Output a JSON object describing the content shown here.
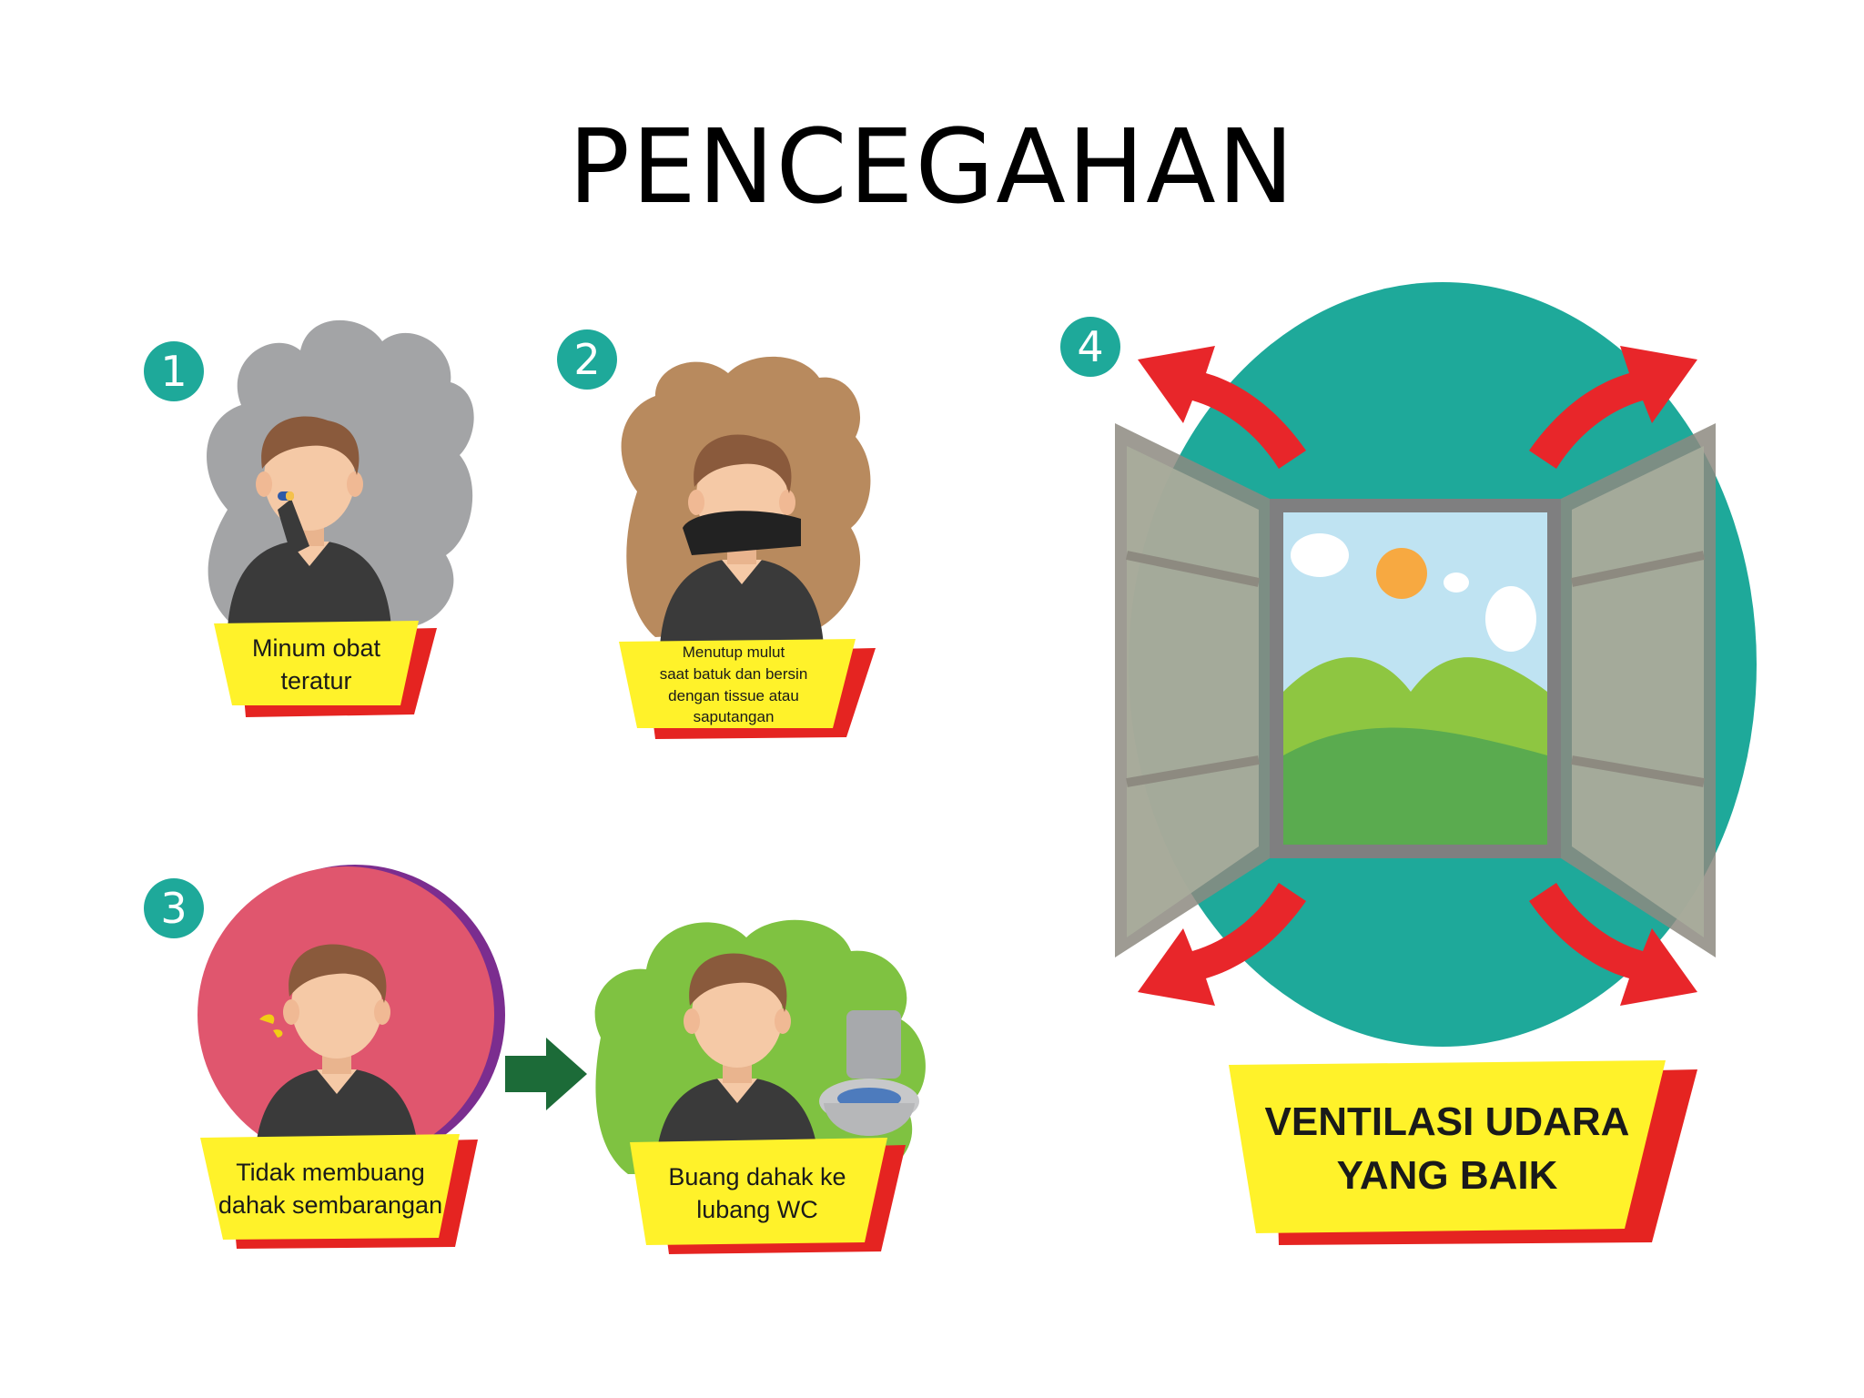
{
  "page": {
    "title": "PENCEGAHAN"
  },
  "steps": [
    {
      "number": "1",
      "caption": "Minum obat\nteratur",
      "background": "#a3a4a6"
    },
    {
      "number": "2",
      "caption": "Menutup mulut\nsaat batuk dan bersin\ndengan tissue atau saputangan",
      "background": "#b88a5e"
    },
    {
      "number": "3",
      "caption": "Tidak membuang\ndahak sembarangan",
      "background": "#e0566e"
    },
    {
      "number": "",
      "caption": "Buang dahak ke\nlubang WC",
      "background": "#7fc241"
    },
    {
      "number": "4",
      "caption": "VENTILASI UDARA\nYANG BAIK",
      "background": "#1ea99a"
    }
  ],
  "colors": {
    "badge": "#1ea99a",
    "banner_yellow": "#fff22a",
    "banner_red": "#e52421",
    "arrow_red": "#e8262a",
    "arrow_green": "#1c6b38",
    "shirt": "#3a3a3a",
    "skin": "#f5c9a6",
    "hair": "#8a5a3c"
  },
  "icons": [
    "person-icon",
    "pill-icon",
    "toilet-icon",
    "window-icon",
    "sun-icon",
    "arrow-right-icon"
  ]
}
